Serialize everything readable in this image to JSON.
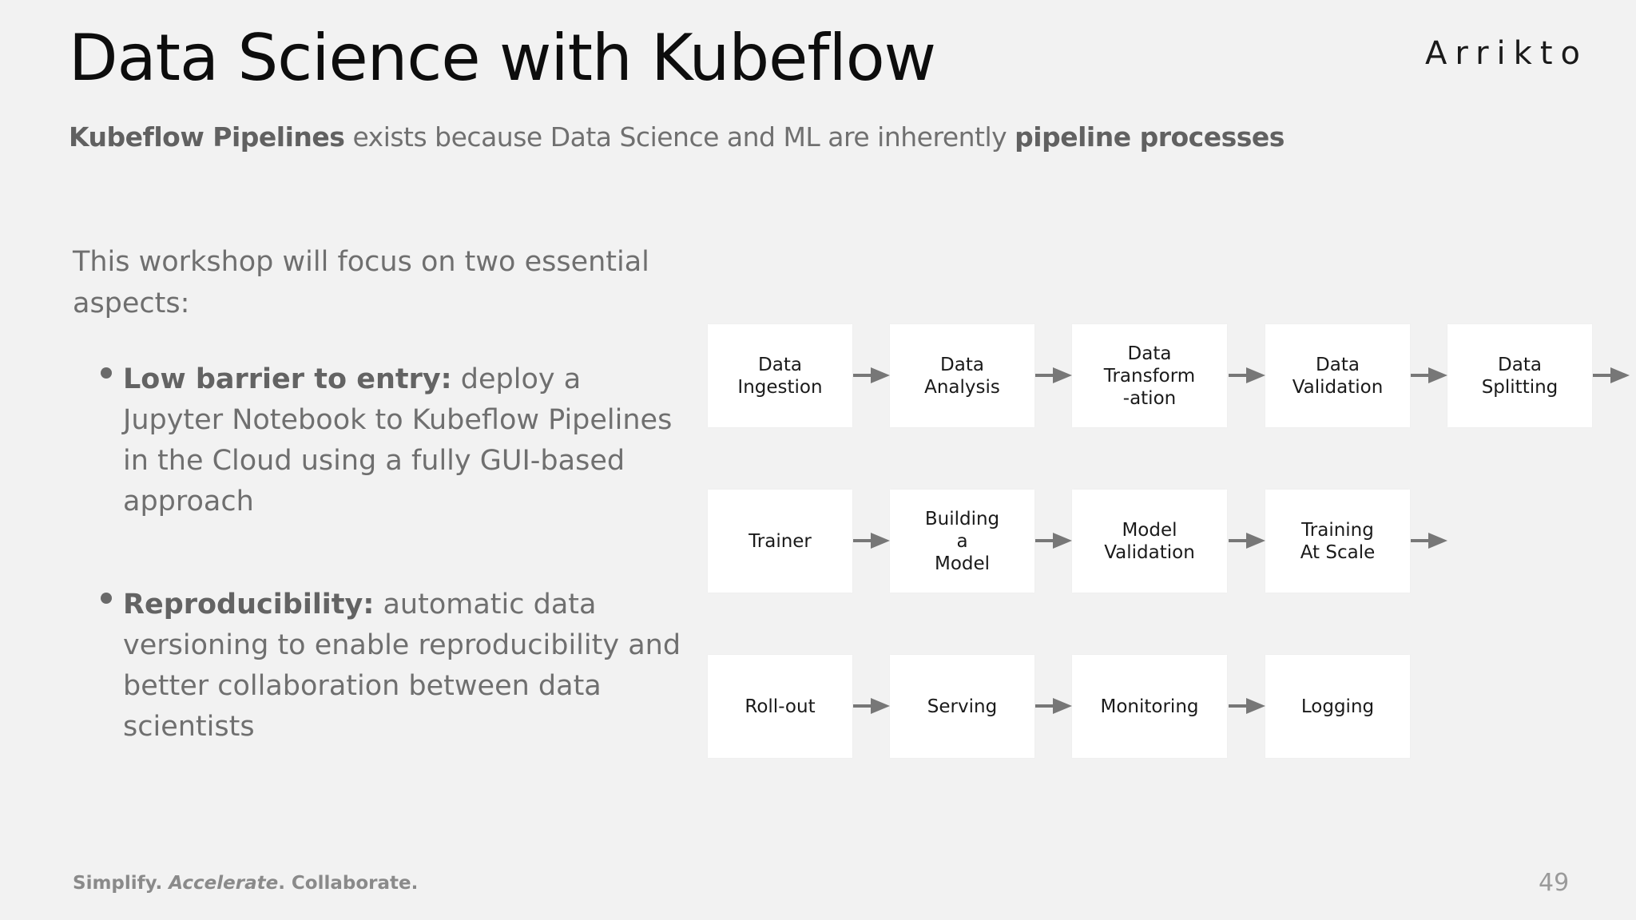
{
  "title": "Data Science with Kubeflow",
  "logo": "Arrikto",
  "subtitle": {
    "bold1": "Kubeflow Pipelines",
    "mid": " exists because Data Science and ML are inherently ",
    "bold2": "pipeline processes"
  },
  "intro": "This workshop will focus on two essential aspects:",
  "bullets": [
    {
      "lead": "Low barrier to entry:",
      "text": " deploy a Jupyter Notebook to Kubeflow Pipelines in the Cloud using a fully GUI-based approach"
    },
    {
      "lead": "Reproducibility:",
      "text": " automatic data versioning to enable reproducibility and better collaboration between data scientists"
    }
  ],
  "pipeline": {
    "row1": [
      "Data\nIngestion",
      "Data\nAnalysis",
      "Data\nTransform\n-ation",
      "Data\nValidation",
      "Data\nSplitting"
    ],
    "row2": [
      "Trainer",
      "Building\na\nModel",
      "Model\nValidation",
      "Training\nAt Scale"
    ],
    "row3": [
      "Roll-out",
      "Serving",
      "Monitoring",
      "Logging"
    ]
  },
  "footer": {
    "part1": "Simplify. ",
    "part2": "Accelerate",
    "part3": ". Collaborate."
  },
  "page_number": "49",
  "colors": {
    "background": "#f2f2f2",
    "box": "#ffffff",
    "arrow": "#777777"
  }
}
